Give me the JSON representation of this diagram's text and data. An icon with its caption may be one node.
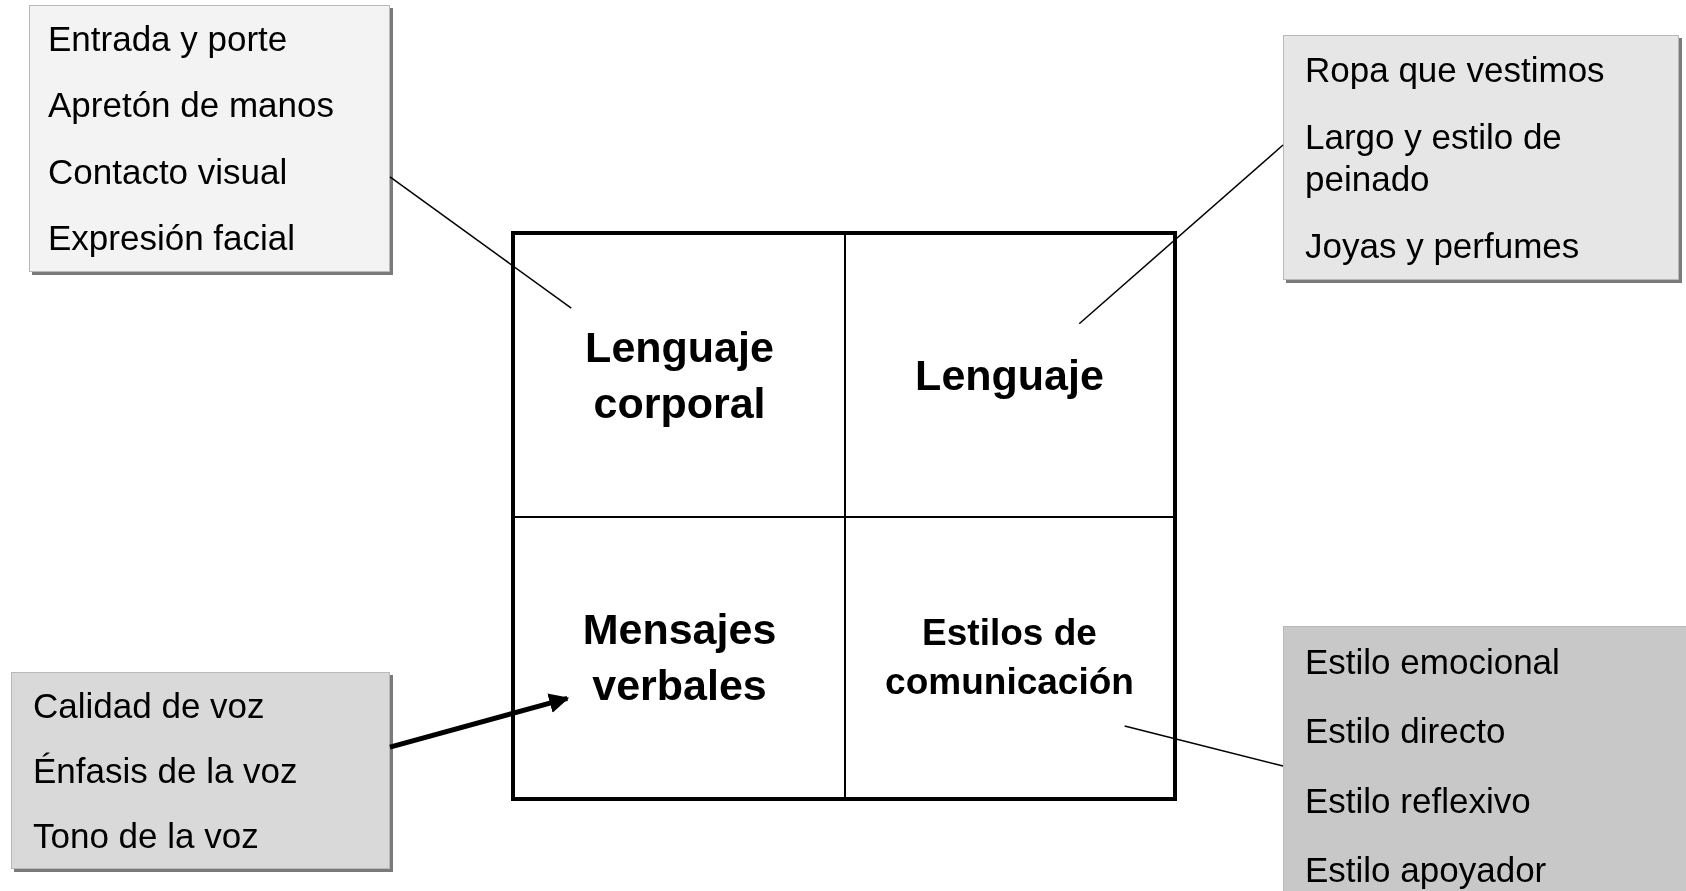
{
  "diagram": {
    "nodes": [
      {
        "text": [
          "Entrada y porte",
          "Apretón de manos",
          "Contacto visual",
          "Expresión facial"
        ]
      },
      {
        "text": [
          "Ropa que vestimos",
          "Largo y estilo de peinado",
          "Joyas y perfumes"
        ]
      },
      {
        "text": [
          "Lenguaje corporal"
        ]
      },
      {
        "text": [
          "Lenguaje"
        ]
      },
      {
        "text": [
          "Mensajes verbales"
        ]
      },
      {
        "text": [
          "Estilos de comunicación"
        ]
      },
      {
        "text": [
          "Calidad de voz",
          "Énfasis de la voz",
          "Tono de la voz"
        ]
      },
      {
        "text": [
          "Estilo emocional",
          "Estilo directo",
          "Estilo reflexivo",
          "Estilo apoyador"
        ]
      }
    ],
    "edges": [
      {
        "from": 0,
        "to": 2,
        "arrow": "none"
      },
      {
        "from": 1,
        "to": 3,
        "arrow": "none"
      },
      {
        "from": 6,
        "to": 4,
        "arrow": "to",
        "style": "thick"
      },
      {
        "from": 7,
        "to": 5,
        "arrow": "none"
      }
    ]
  }
}
